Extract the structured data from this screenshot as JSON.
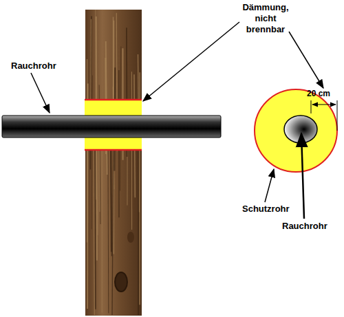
{
  "diagram": {
    "labels": [
      "Rauchrohr",
      "Dämmung, nicht brennbar",
      "20 cm",
      "Schutzrohr",
      "Rauchrohr"
    ]
  }
}
